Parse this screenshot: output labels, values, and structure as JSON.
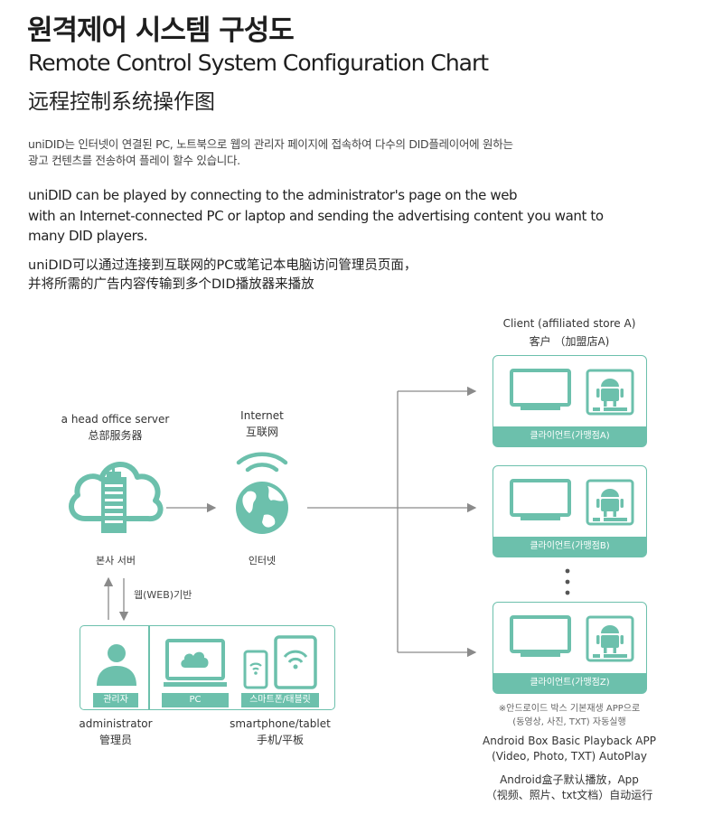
{
  "header": {
    "title_ko": "원격제어 시스템 구성도",
    "title_en": "Remote Control System Configuration Chart",
    "title_cn": "远程控制系统操作图"
  },
  "description": {
    "ko_line1": "uniDID는 인터넷이 연결된 PC, 노트북으로 웹의 관리자 페이지에 접속하여 다수의 DID플레이어에 원하는",
    "ko_line2": "광고 컨텐츠를 전송하여 플레이 할수 있습니다.",
    "en_line1": "uniDID can be played by connecting to the administrator's page on the web",
    "en_line2": "with an Internet-connected PC or laptop and sending the advertising content you want to",
    "en_line3": "many DID players.",
    "cn_line1": "uniDID可以通过连接到互联网的PC或笔记本电脑访问管理员页面，",
    "cn_line2": "并将所需的广告内容传输到多个DID播放器来播放"
  },
  "server": {
    "label_en": "a head office server",
    "label_cn": "总部服务器",
    "label_ko": "본사 서버"
  },
  "internet": {
    "label_en": "Internet",
    "label_cn": "互联网",
    "label_ko": "인터넷"
  },
  "web_link": {
    "label": "웹(WEB)기반"
  },
  "admin_panel": {
    "admin_tag": "관리자",
    "pc_tag": "PC",
    "mobile_tag": "스마트폰/태블릿",
    "admin_en": "administrator",
    "admin_cn": "管理员",
    "mobile_en": "smartphone/tablet",
    "mobile_cn": "手机/平板"
  },
  "client_header": {
    "en": "Client (affiliated store A)",
    "cn": "客户 （加盟店A)"
  },
  "clients": [
    {
      "label": "클라이언트(가맹점A)"
    },
    {
      "label": "클라이언트(가맹점B)"
    },
    {
      "label": "클라이언트(가맹점Z)"
    }
  ],
  "footnote": {
    "ko_line1": "※안드로이드 박스 기본재생 APP으로",
    "ko_line2": "(동영상, 사진, TXT) 자동실행",
    "en_line1": "Android Box Basic Playback APP",
    "en_line2": "(Video, Photo, TXT) AutoPlay",
    "cn_line1": "Android盒子默认播放，App",
    "cn_line2": "（视频、照片、txt文档）自动运行"
  },
  "colors": {
    "accent": "#6cc0ac",
    "arrow": "#8a8a8a"
  }
}
